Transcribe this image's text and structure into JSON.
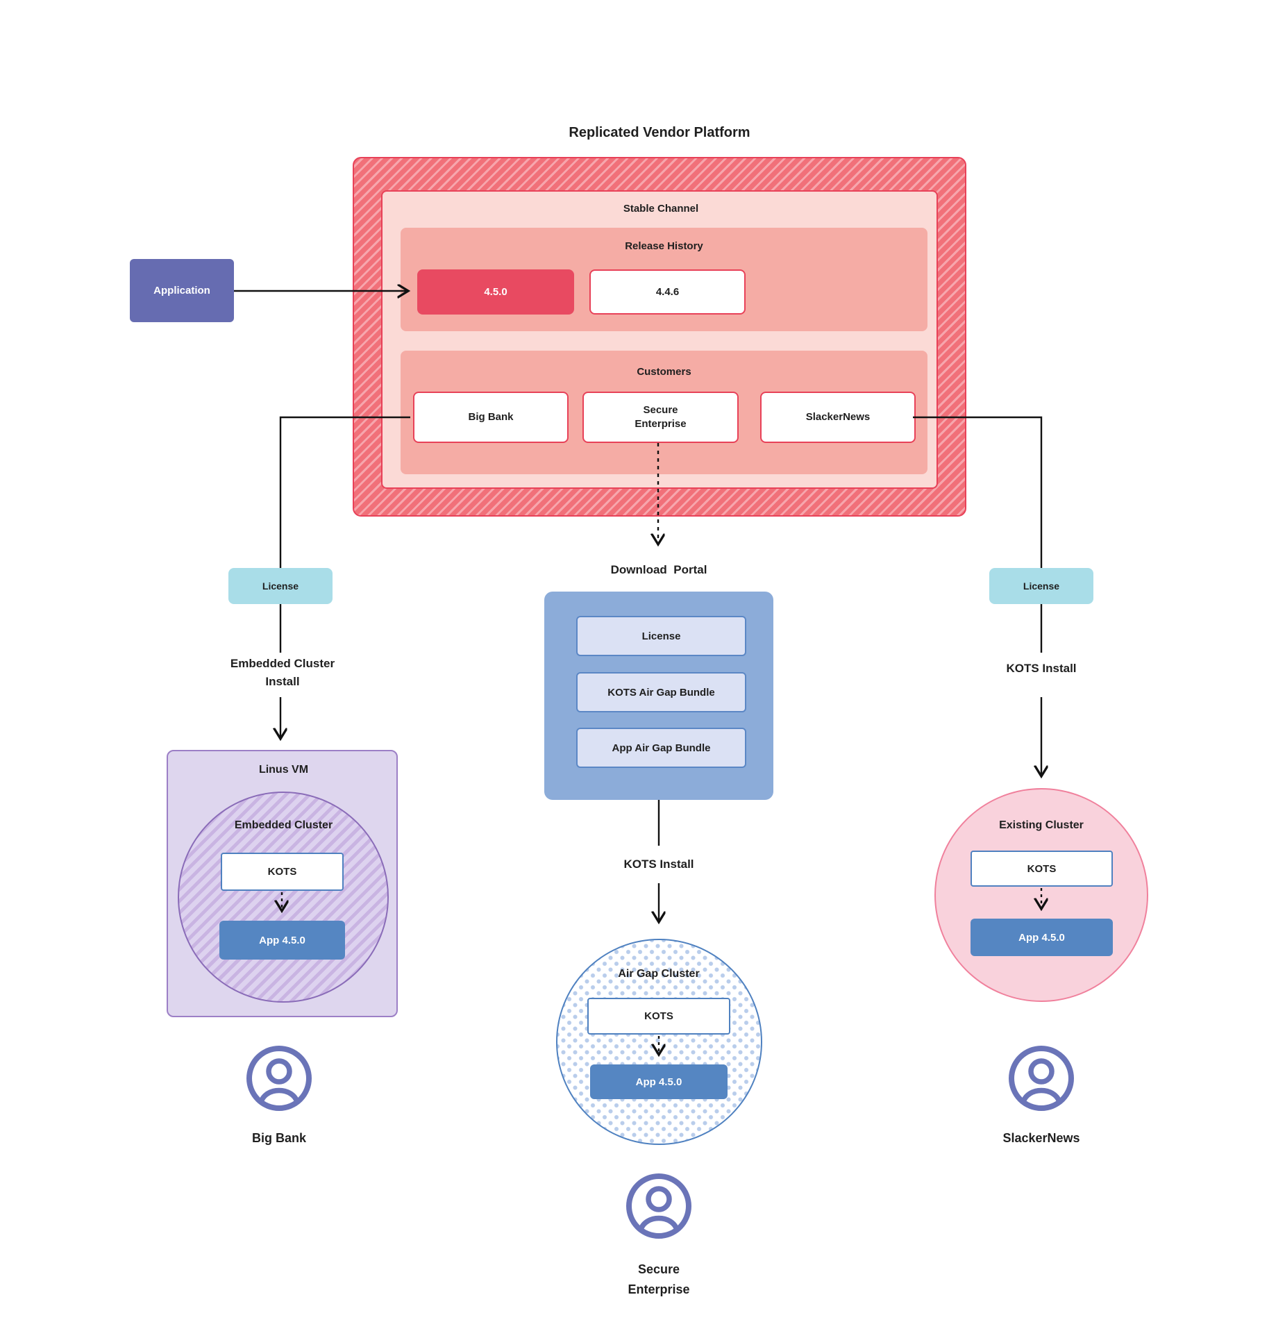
{
  "title": "Replicated Vendor Platform",
  "colors": {
    "red_base": "#f17079",
    "red_stripe": "#f7a6ad",
    "red_border": "#e84158",
    "pink_light": "#fbdad6",
    "pink_mid": "#f5aca5",
    "release_red": "#e84a61",
    "application_purple": "#666cb1",
    "license_teal": "#a9dde8",
    "portal_blue": "#8cacd9",
    "bundle_fill": "#dbe1f4",
    "bundle_border": "#5b87c5",
    "app_blue": "#5586c2",
    "kots_border": "#4f81c0",
    "vm_fill": "#ded6ee",
    "vm_border": "#9c7fc6",
    "ec_border": "#8a6cb8",
    "dot_blue": "#b9cdeb",
    "existing_fill": "#f9d2dc",
    "existing_border": "#f0809c",
    "user_icon": "#6a74b8",
    "line": "#111111",
    "text_dark": "#1f1f1f"
  },
  "platform": {
    "stable_channel": {
      "label": "Stable Channel",
      "release_history": {
        "label": "Release History",
        "releases": [
          {
            "version": "4.5.0"
          },
          {
            "version": "4.4.6"
          }
        ]
      },
      "customers": {
        "label": "Customers",
        "items": [
          "Big Bank",
          "Secure\nEnterprise",
          "SlackerNews"
        ]
      }
    }
  },
  "application": {
    "label": "Application"
  },
  "left_branch": {
    "license": "License",
    "install": "Embedded Cluster\nInstall",
    "vm": "Linus VM",
    "cluster": "Embedded Cluster",
    "kots": "KOTS",
    "app": "App 4.5.0",
    "user": "Big Bank"
  },
  "middle_branch": {
    "portal_title": "Download  Portal",
    "items": [
      "License",
      "KOTS Air Gap Bundle",
      "App Air Gap Bundle"
    ],
    "install": "KOTS Install",
    "cluster": "Air Gap Cluster",
    "kots": "KOTS",
    "app": "App 4.5.0",
    "user": "Secure\nEnterprise"
  },
  "right_branch": {
    "license": "License",
    "install": "KOTS Install",
    "cluster": "Existing Cluster",
    "kots": "KOTS",
    "app": "App 4.5.0",
    "user": "SlackerNews"
  }
}
